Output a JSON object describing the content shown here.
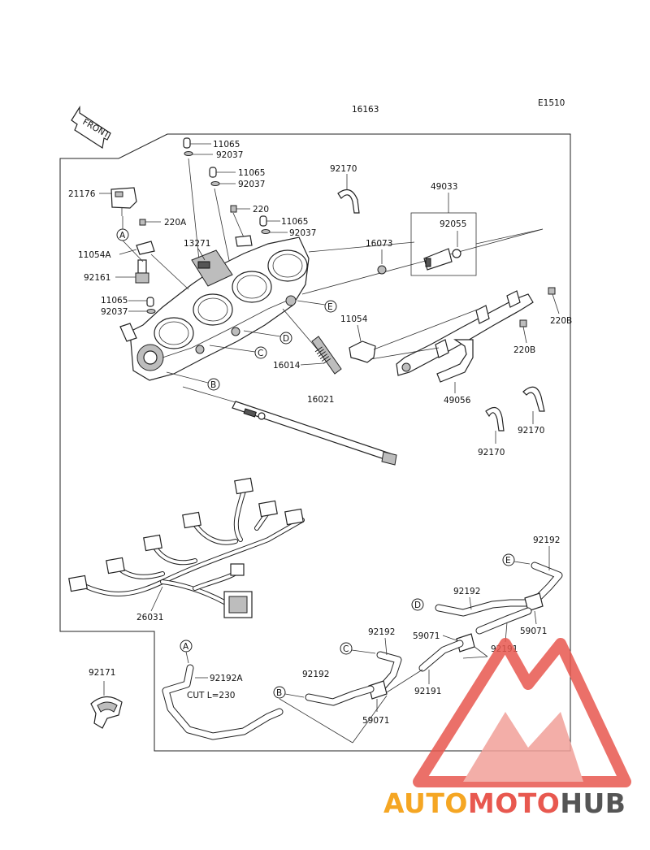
{
  "diagram": {
    "code": "E1510",
    "front_label": "FRONT",
    "parts": {
      "p16163": "16163",
      "p21176": "21176",
      "p11065a": "11065",
      "p92037a": "92037",
      "p11065b": "11065",
      "p92037b": "92037",
      "p92170a": "92170",
      "p49033": "49033",
      "p220": "220",
      "p220A": "220A",
      "p11065c": "11065",
      "p92037c": "92037",
      "p92055": "92055",
      "p11054A": "11054A",
      "p13271": "13271",
      "p16073": "16073",
      "p92161": "92161",
      "p11065d": "11065",
      "p92037d": "92037",
      "p11054": "11054",
      "p220B_a": "220B",
      "p220B_b": "220B",
      "p16014": "16014",
      "p16021": "16021",
      "p49056": "49056",
      "p92170b": "92170",
      "p92170c": "92170",
      "p26031": "26031",
      "p92192a": "92192",
      "p92192b": "92192",
      "p92192c": "92192",
      "p92192d": "92192",
      "p59071a": "59071",
      "p59071b": "59071",
      "p59071c": "59071",
      "p92191a": "92191",
      "p92191b": "92191",
      "p92171": "92171",
      "p92192A": "92192A",
      "cut_note": "CUT L=230"
    },
    "refs": {
      "A1": "A",
      "B1": "B",
      "C1": "C",
      "D1": "D",
      "E1": "E",
      "A2": "A",
      "B2": "B",
      "C2": "C",
      "D2": "D",
      "E2": "E"
    }
  },
  "watermark": {
    "part1": "AUTO",
    "part2": "MOTO",
    "part3": "HUB",
    "color_light": "#f5a623",
    "color_mid": "#e8584f",
    "color_dark": "#555555"
  }
}
